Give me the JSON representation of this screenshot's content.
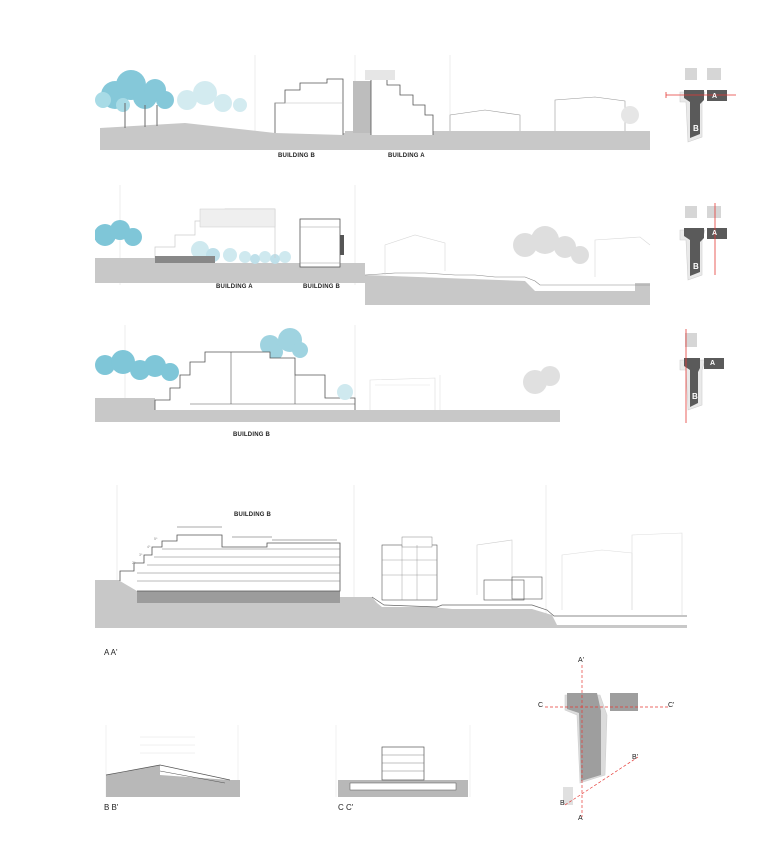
{
  "colors": {
    "ground": "#c8c8c8",
    "ground_dark": "#a9a9a9",
    "tree_blue": "#7fc6d8",
    "tree_light": "#bfe3ec",
    "tree_grey": "#d9d9d9",
    "line": "#555555",
    "faint": "#cfcfcf",
    "section_line": "#e53935",
    "key_dark": "#5a5a5a",
    "key_light": "#d6d6d6"
  },
  "elevations": [
    {
      "labels": {
        "left": "BUILDING B",
        "right": "BUILDING A"
      },
      "key": {
        "a": "A",
        "b": "B"
      }
    },
    {
      "labels": {
        "left": "BUILDING A",
        "right": "BUILDING B"
      },
      "key": {
        "a": "A",
        "b": "B"
      }
    },
    {
      "labels": {
        "left": "BUILDING B"
      },
      "key": {
        "a": "A",
        "b": "B"
      }
    }
  ],
  "section_aa": {
    "building_label": "BUILDING B",
    "caption": "A A'"
  },
  "section_bb": {
    "caption": "B B'"
  },
  "section_cc": {
    "caption": "C C'"
  },
  "plan_markers": {
    "a_top": "A'",
    "a_bottom": "A",
    "b_left": "B",
    "b_right": "B'",
    "c_left": "C",
    "c_right": "C'"
  }
}
